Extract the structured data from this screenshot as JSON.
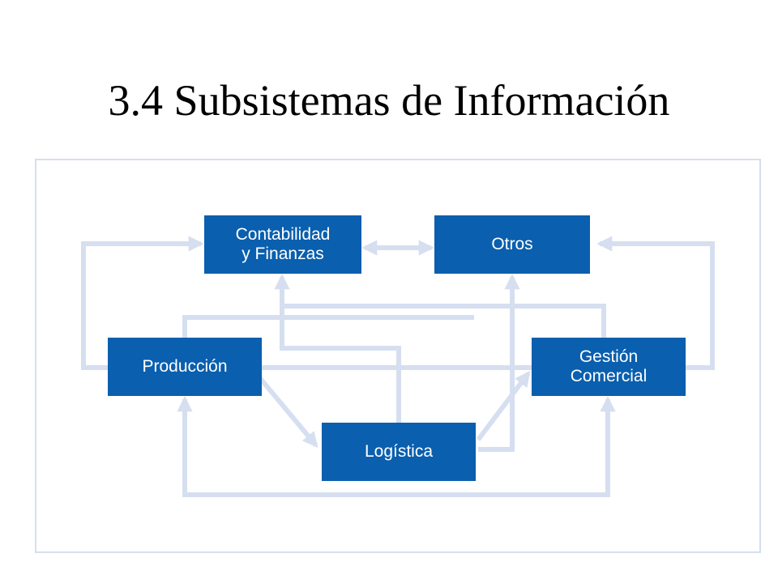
{
  "slide": {
    "title": "3.4 Subsistemas de Información"
  },
  "diagram": {
    "colors": {
      "box": "#0a5fae",
      "box_text": "#ffffff",
      "connector": "#d6dff0",
      "frame": "#d6dff0"
    },
    "nodes": {
      "contabilidad": "Contabilidad\ny Finanzas",
      "otros": "Otros",
      "produccion": "Producción",
      "gestion": "Gestión\nComercial",
      "logistica": "Logística"
    }
  }
}
